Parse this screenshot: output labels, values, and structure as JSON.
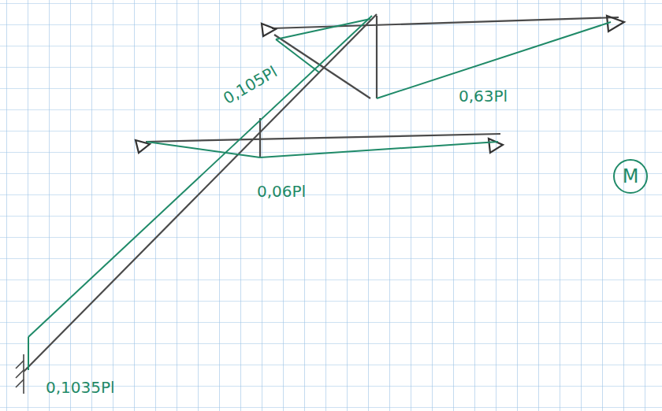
{
  "diagram": {
    "nodes": [
      {
        "text": [
          "M"
        ]
      }
    ],
    "labels": [
      "0,105Pl",
      "0,63Pl",
      "0,06Pl",
      "0,1035Pl"
    ]
  }
}
